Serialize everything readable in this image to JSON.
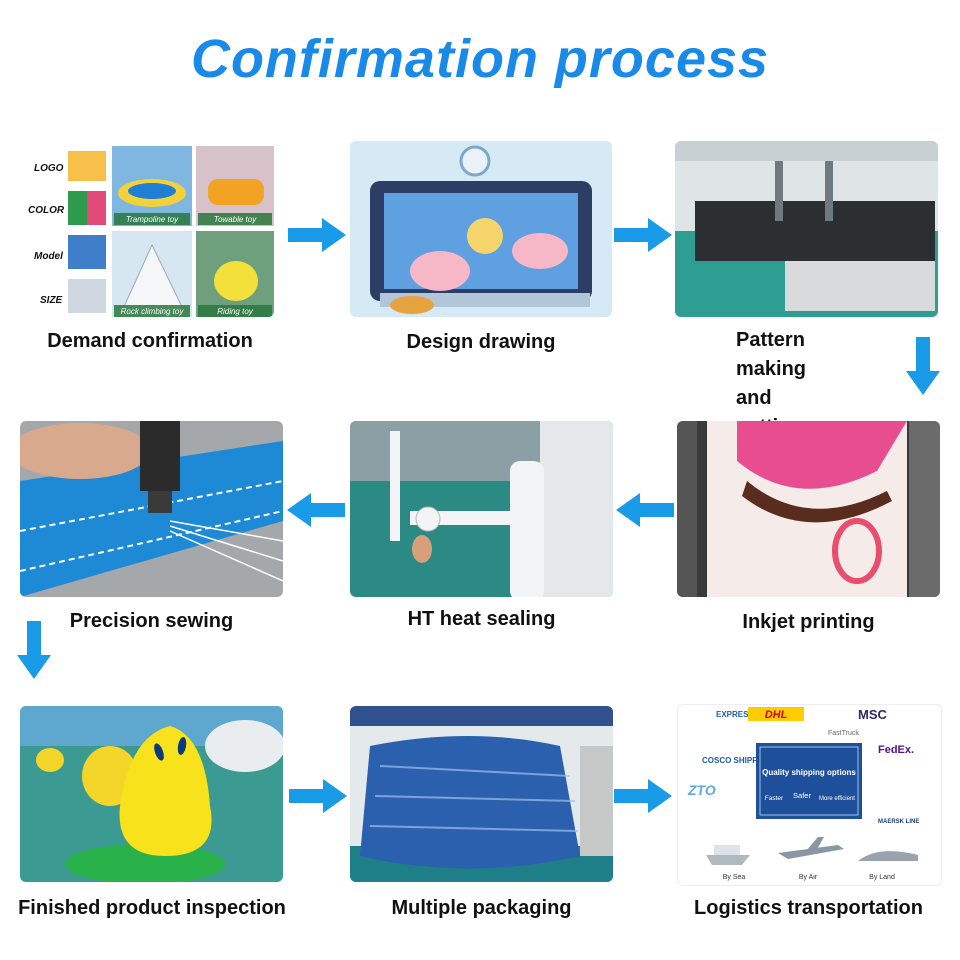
{
  "title": "Confirmation process",
  "steps": [
    {
      "label": "Demand confirmation"
    },
    {
      "label": "Design drawing"
    },
    {
      "label": "Pattern making\nand cutting"
    },
    {
      "label": "Inkjet printing"
    },
    {
      "label": "HT heat sealing"
    },
    {
      "label": "Precision sewing"
    },
    {
      "label": "Finished product inspection"
    },
    {
      "label": "Multiple packaging"
    },
    {
      "label": "Logistics transportation"
    }
  ],
  "demand_panel": {
    "rows": [
      "LOGO",
      "COLOR",
      "Model",
      "SIZE"
    ],
    "captions": [
      "Trampoline toy",
      "Towable toy",
      "Rock climbing toy",
      "Riding toy"
    ]
  },
  "logistics_panel": {
    "box_title": "Quality shipping options",
    "box_options": [
      "Faster",
      "Safer",
      "More efficient"
    ],
    "logos": [
      "EXPRESS",
      "DHL",
      "MSC",
      "COSCO SHIPPING",
      "ZTO",
      "FedEx.",
      "MAERSK LINE",
      "FastTruck"
    ],
    "modes": [
      "By Sea",
      "By Air",
      "By Land"
    ]
  },
  "colors": {
    "title": "#1a8ae8",
    "arrow": "#1a9be8"
  }
}
